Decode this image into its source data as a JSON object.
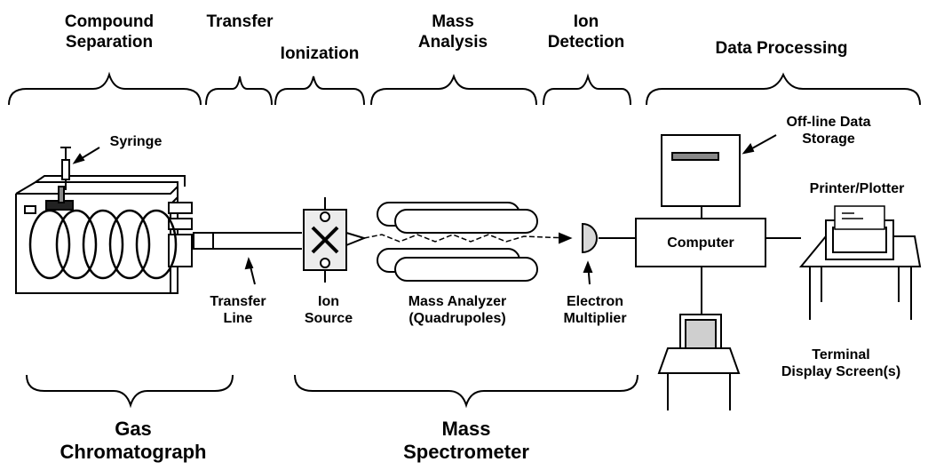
{
  "stages": {
    "compound_separation": [
      "Compound",
      "Separation"
    ],
    "transfer": "Transfer",
    "ionization": "Ionization",
    "mass_analysis": [
      "Mass",
      "Analysis"
    ],
    "ion_detection": [
      "Ion",
      "Detection"
    ],
    "data_processing": "Data Processing"
  },
  "components": {
    "syringe": "Syringe",
    "transfer_line": [
      "Transfer",
      "Line"
    ],
    "ion_source": [
      "Ion",
      "Source"
    ],
    "mass_analyzer": [
      "Mass Analyzer",
      "(Quadrupoles)"
    ],
    "electron_multiplier": [
      "Electron",
      "Multiplier"
    ],
    "offline_storage": [
      "Off-line Data",
      "Storage"
    ],
    "computer": "Computer",
    "printer": "Printer/Plotter",
    "terminal": [
      "Terminal",
      "Display Screen(s)"
    ]
  },
  "groups": {
    "gas_chromatograph": [
      "Gas",
      "Chromatograph"
    ],
    "mass_spectrometer": [
      "Mass",
      "Spectrometer"
    ]
  }
}
